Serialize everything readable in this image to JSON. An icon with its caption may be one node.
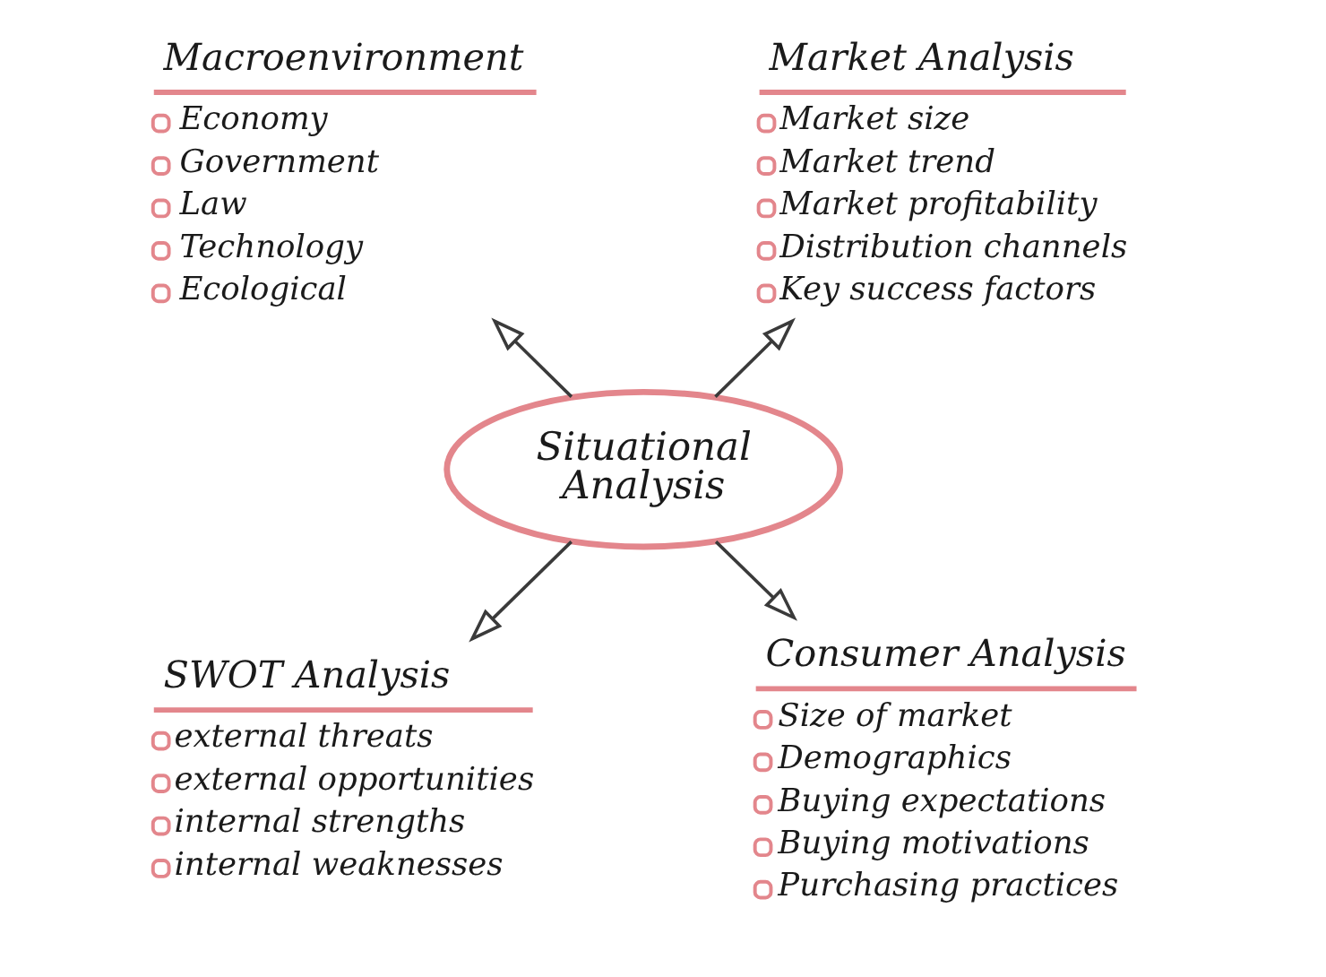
{
  "diagram": {
    "nodes": [
      {
        "text": [
          "Macroenvironment",
          "Economy",
          "Government",
          "Law",
          "Technology",
          "Ecological"
        ]
      },
      {
        "text": [
          "Market Analysis",
          "Market size",
          "Market trend",
          "Market profitability",
          "Distribution channels",
          "Key success factors"
        ]
      },
      {
        "text": [
          "Situational Analysis"
        ]
      },
      {
        "text": [
          "SWOT Analysis",
          "external threats",
          "external opportunities",
          "internal strengths",
          "internal weaknesses"
        ]
      },
      {
        "text": [
          "Consumer Analysis",
          "Size of market",
          "Demographics",
          "Buying expectations",
          "Buying motivations",
          "Purchasing practices"
        ]
      }
    ],
    "edges": [
      {
        "from": 2,
        "to": 0,
        "arrow": "to"
      },
      {
        "from": 2,
        "to": 1,
        "arrow": "to"
      },
      {
        "from": 2,
        "to": 3,
        "arrow": "to"
      },
      {
        "from": 2,
        "to": 4,
        "arrow": "to"
      }
    ]
  }
}
